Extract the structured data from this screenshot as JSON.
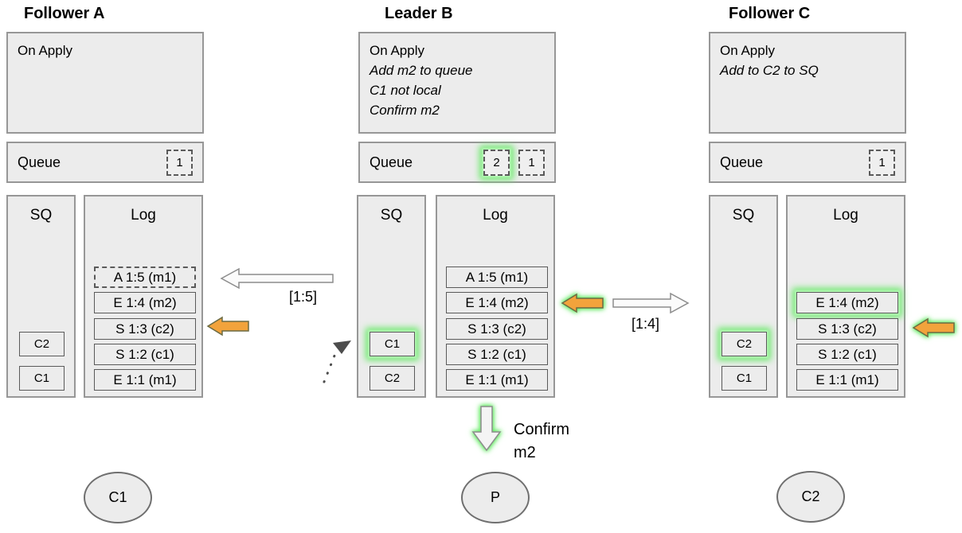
{
  "diagram": {
    "nodes": [
      {
        "title": "Follower A",
        "on_apply": {
          "heading": "On Apply",
          "notes": []
        },
        "queue": {
          "label": "Queue",
          "slots": [
            {
              "value": "1",
              "highlight": false
            }
          ]
        },
        "sq": {
          "label": "SQ",
          "slots": [
            {
              "value": "C2",
              "highlight": false
            },
            {
              "value": "C1",
              "highlight": false
            }
          ]
        },
        "log": {
          "label": "Log",
          "entries": [
            {
              "text": "A 1:5 (m1)",
              "border": "dashed",
              "highlight": false
            },
            {
              "text": "E 1:4 (m2)",
              "border": "solid",
              "highlight": false
            },
            {
              "text": "S 1:3 (c2)",
              "border": "solid",
              "highlight": false
            },
            {
              "text": "S 1:2 (c1)",
              "border": "solid",
              "highlight": false
            },
            {
              "text": "E 1:1 (m1)",
              "border": "solid",
              "highlight": false
            }
          ]
        }
      },
      {
        "title": "Leader B",
        "on_apply": {
          "heading": "On Apply",
          "notes": [
            "Add m2 to queue",
            "C1 not local",
            "Confirm m2"
          ]
        },
        "queue": {
          "label": "Queue",
          "slots": [
            {
              "value": "2",
              "highlight": true
            },
            {
              "value": "1",
              "highlight": false
            }
          ]
        },
        "sq": {
          "label": "SQ",
          "slots": [
            {
              "value": "C1",
              "highlight": true
            },
            {
              "value": "C2",
              "highlight": false
            }
          ]
        },
        "log": {
          "label": "Log",
          "entries": [
            {
              "text": "A 1:5 (m1)",
              "border": "solid",
              "highlight": false
            },
            {
              "text": "E 1:4 (m2)",
              "border": "solid",
              "highlight": false
            },
            {
              "text": "S 1:3 (c2)",
              "border": "solid",
              "highlight": false
            },
            {
              "text": "S 1:2 (c1)",
              "border": "solid",
              "highlight": false
            },
            {
              "text": "E 1:1 (m1)",
              "border": "solid",
              "highlight": false
            }
          ]
        }
      },
      {
        "title": "Follower C",
        "on_apply": {
          "heading": "On Apply",
          "notes": [
            "Add to C2 to SQ"
          ]
        },
        "queue": {
          "label": "Queue",
          "slots": [
            {
              "value": "1",
              "highlight": false
            }
          ]
        },
        "sq": {
          "label": "SQ",
          "slots": [
            {
              "value": "C2",
              "highlight": true
            },
            {
              "value": "C1",
              "highlight": false
            }
          ]
        },
        "log": {
          "label": "Log",
          "entries": [
            {
              "text": "E 1:4 (m2)",
              "border": "solid",
              "highlight": true
            },
            {
              "text": "S 1:3 (c2)",
              "border": "solid",
              "highlight": false
            },
            {
              "text": "S 1:2 (c1)",
              "border": "solid",
              "highlight": false
            },
            {
              "text": "E 1:1 (m1)",
              "border": "solid",
              "highlight": false
            }
          ]
        }
      }
    ],
    "labels": {
      "replicate_to_a": "[1:5]",
      "replicate_to_c": "[1:4]",
      "confirm": "Confirm\nm2"
    },
    "actors": [
      {
        "label": "C1"
      },
      {
        "label": "P"
      },
      {
        "label": "C2"
      }
    ],
    "colors": {
      "box_fill": "#ececec",
      "box_border": "#979797",
      "entry_border": "#5a5a5a",
      "arrow_orange": "#f2a33c",
      "arrow_orange_border": "#6b6b44",
      "highlight_green": "#6ee96e",
      "white_arrow_fill": "#fbfbfb"
    }
  }
}
